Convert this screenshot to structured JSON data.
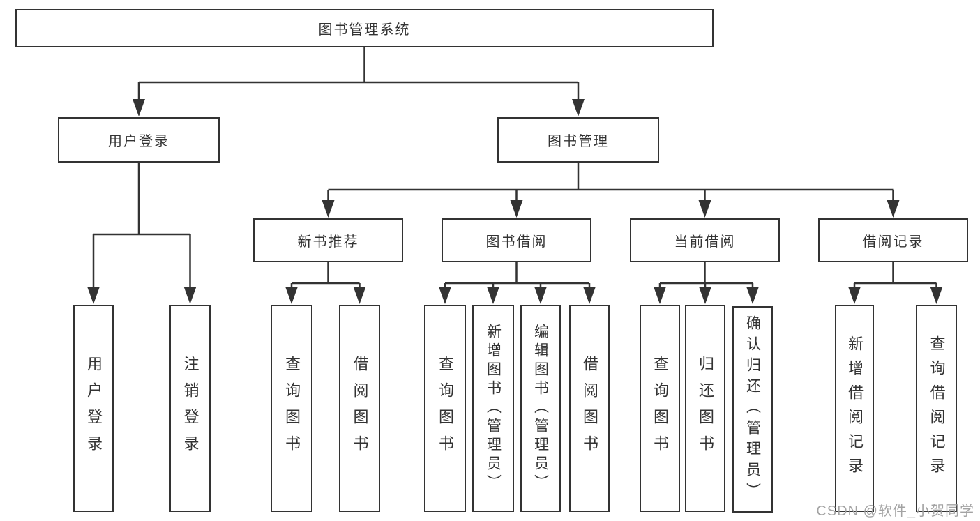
{
  "diagram": {
    "nodes": {
      "root": "图书管理系统",
      "level2": {
        "user_login": "用户登录",
        "book_mgmt": "图书管理"
      },
      "level3": {
        "new_book_rec": "新书推荐",
        "book_borrow": "图书借阅",
        "current_borrow": "当前借阅",
        "borrow_records": "借阅记录"
      },
      "ul_leaves": [
        "用户登录",
        "注销登录"
      ],
      "nb_leaves": [
        "查询图书",
        "借阅图书"
      ],
      "bb_leaves": [
        "查询图书",
        "新增图书（管理员）",
        "编辑图书（管理员）",
        "借阅图书"
      ],
      "cb_leaves": [
        "查询图书",
        "归还图书",
        "确认归还（管理员）"
      ],
      "br_leaves": [
        "新增借阅记录",
        "查询借阅记录"
      ]
    },
    "watermark": "CSDN @软件_小贺同学",
    "colors": {
      "line": "#333333",
      "text": "#333333",
      "box_background": "#ffffff",
      "watermark": "#9e9e9e",
      "background": "#ffffff"
    }
  }
}
